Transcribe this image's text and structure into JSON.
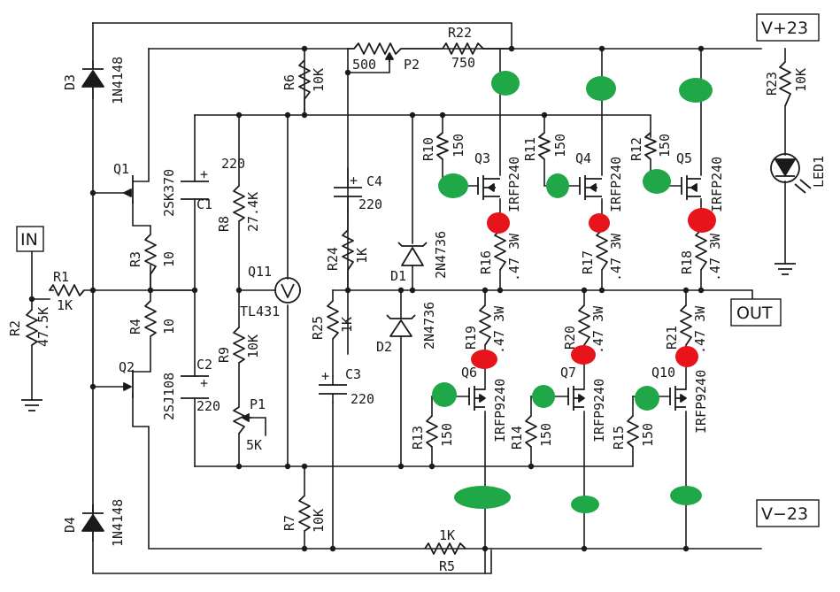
{
  "terminals": {
    "input": "IN",
    "output": "OUT",
    "vplus": "V+23",
    "vminus": "V−23"
  },
  "components": {
    "D3": {
      "ref": "D3",
      "value": "1N4148"
    },
    "D4": {
      "ref": "D4",
      "value": "1N4148"
    },
    "Q1": {
      "ref": "Q1",
      "value": "2SK370"
    },
    "Q2": {
      "ref": "Q2",
      "value": "2SJ108"
    },
    "R1": {
      "ref": "R1",
      "value": "1K"
    },
    "R2": {
      "ref": "R2",
      "value": "47.5K"
    },
    "R3": {
      "ref": "R3",
      "value": "10"
    },
    "R4": {
      "ref": "R4",
      "value": "10"
    },
    "C1": {
      "ref": "C1",
      "value": "220"
    },
    "C2": {
      "ref": "C2",
      "value": "220"
    },
    "R8": {
      "ref": "R8",
      "value": "27.4K"
    },
    "R9": {
      "ref": "R9",
      "value": "10K"
    },
    "Q11": {
      "ref": "Q11",
      "value": "TL431"
    },
    "P1": {
      "ref": "P1",
      "value": "5K"
    },
    "R6": {
      "ref": "R6",
      "value": "10K"
    },
    "R7": {
      "ref": "R7",
      "value": "10K"
    },
    "P2": {
      "ref": "P2",
      "value": "500"
    },
    "R22": {
      "ref": "R22",
      "value": "750"
    },
    "C4": {
      "ref": "C4",
      "value": "220"
    },
    "C3": {
      "ref": "C3",
      "value": "220"
    },
    "R24": {
      "ref": "R24",
      "value": "1K"
    },
    "R25": {
      "ref": "R25",
      "value": "1K"
    },
    "D1": {
      "ref": "D1",
      "value": "2N4736"
    },
    "D2": {
      "ref": "D2",
      "value": "2N4736"
    },
    "R5": {
      "ref": "R5",
      "value": "1K"
    },
    "R10": {
      "ref": "R10",
      "value": "150"
    },
    "R11": {
      "ref": "R11",
      "value": "150"
    },
    "R12": {
      "ref": "R12",
      "value": "150"
    },
    "Q3": {
      "ref": "Q3",
      "value": "IRFP240"
    },
    "Q4": {
      "ref": "Q4",
      "value": "IRFP240"
    },
    "Q5": {
      "ref": "Q5",
      "value": "IRFP240"
    },
    "R16": {
      "ref": "R16",
      "value": ".47 3W"
    },
    "R17": {
      "ref": "R17",
      "value": ".47 3W"
    },
    "R18": {
      "ref": "R18",
      "value": ".47 3W"
    },
    "R19": {
      "ref": "R19",
      "value": ".47 3W"
    },
    "R20": {
      "ref": "R20",
      "value": ".47 3W"
    },
    "R21": {
      "ref": "R21",
      "value": ".47 3W"
    },
    "Q6": {
      "ref": "Q6",
      "value": "IRFP9240"
    },
    "Q7": {
      "ref": "Q7",
      "value": "IRFP9240"
    },
    "Q10": {
      "ref": "Q10",
      "value": "IRFP9240"
    },
    "R13": {
      "ref": "R13",
      "value": "150"
    },
    "R14": {
      "ref": "R14",
      "value": "150"
    },
    "R15": {
      "ref": "R15",
      "value": "150"
    },
    "R23": {
      "ref": "R23",
      "value": "10K"
    },
    "LED1": {
      "ref": "LED1"
    }
  },
  "colors": {
    "markGreen": "#20a848",
    "markRed": "#e8141c",
    "ink": "#1a1a1a"
  }
}
